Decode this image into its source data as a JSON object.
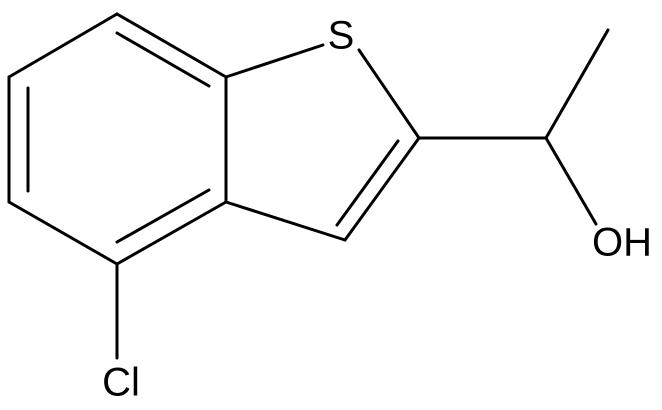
{
  "molecule": {
    "atoms": {
      "sulfur": "S",
      "hydroxyl": "OH",
      "chlorine": "Cl"
    }
  }
}
